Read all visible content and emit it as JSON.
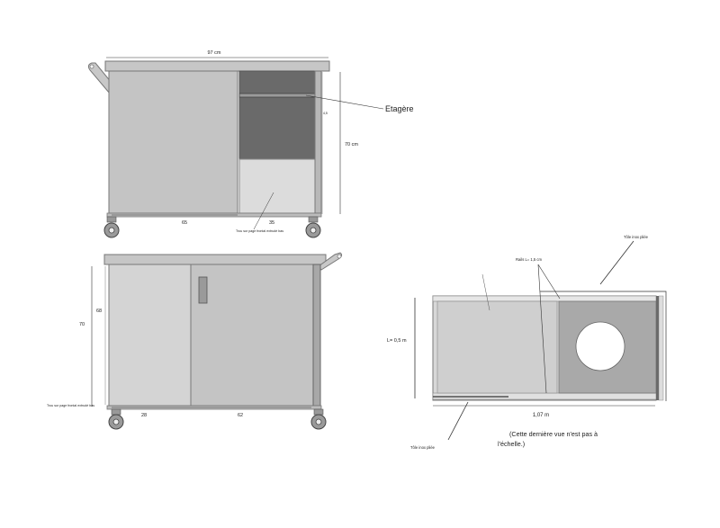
{
  "front_view": {
    "width_label": "97 cm",
    "height_label": "70 cm",
    "small_height_label": "4,5",
    "left_width_label": "65",
    "right_width_label": "35",
    "shelf_callout": "Etagère",
    "bottom_note": "Trou sur page frontal extrudé bas"
  },
  "back_view": {
    "total_height_label": "70",
    "inner_height_label": "68",
    "left_width_label": "28",
    "right_width_label": "62",
    "side_note": "Trou sur page frontal extrudé bas"
  },
  "top_view": {
    "sheet_label_top": "Tôle inox pliée",
    "rail_label": "Rails L= 1,5 cm",
    "depth_label": "L= 0,5 m",
    "length_label": "1,07 m",
    "note_line1": "(Cette dernière vue n'est pas à",
    "note_line2": "l'échelle.)",
    "sheet_label_bottom": "Tôle inox pliée"
  }
}
